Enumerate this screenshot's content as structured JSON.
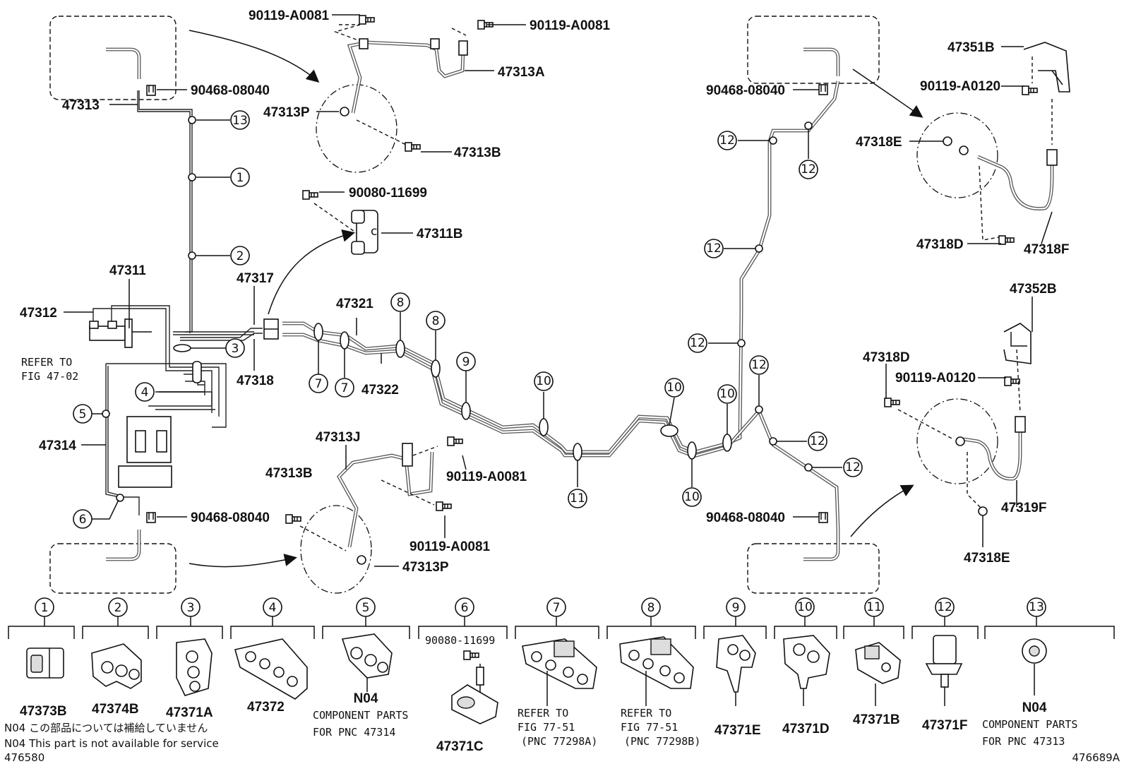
{
  "labels": {
    "p90119_a0081_a": "90119-A0081",
    "p90119_a0081_b": "90119-A0081",
    "p47313a": "47313A",
    "p90468_tl": "90468-08040",
    "p47313": "47313",
    "p47313p_top": "47313P",
    "p47313b_top": "47313B",
    "p90080_top": "90080-11699",
    "p47311b": "47311B",
    "p47311": "47311",
    "p47312": "47312",
    "p47317": "47317",
    "p47321": "47321",
    "p47318": "47318",
    "p47322": "47322",
    "p47314": "47314",
    "p47313j": "47313J",
    "p47313b_bot": "47313B",
    "p90119_a0081_c": "90119-A0081",
    "p90119_a0081_d": "90119-A0081",
    "p90468_bl": "90468-08040",
    "p47313p_bot": "47313P",
    "p90468_tr": "90468-08040",
    "p90468_br": "90468-08040",
    "p47351b": "47351B",
    "p90119_a0120_a": "90119-A0120",
    "p47318e_top": "47318E",
    "p47318d_top": "47318D",
    "p47318f": "47318F",
    "p47352b": "47352B",
    "p47318d_bot": "47318D",
    "p90119_a0120_b": "90119-A0120",
    "p47319f": "47319F",
    "p47318e_bot": "47318E"
  },
  "refer_note": [
    "REFER TO",
    "FIG 47-02"
  ],
  "callouts": {
    "c1": "1",
    "c2": "2",
    "c3": "3",
    "c4": "4",
    "c5": "5",
    "c6": "6",
    "c7": "7",
    "c8": "8",
    "c9": "9",
    "c10": "10",
    "c11": "11",
    "c12": "12",
    "c13": "13"
  },
  "legend": {
    "items": [
      {
        "num": "1",
        "part": "47373B"
      },
      {
        "num": "2",
        "part": "47374B"
      },
      {
        "num": "3",
        "part": "47371A"
      },
      {
        "num": "4",
        "part": "47372"
      },
      {
        "num": "5",
        "part": "N04",
        "note": [
          "COMPONENT PARTS",
          "FOR PNC 47314"
        ]
      },
      {
        "num": "6",
        "part": "47371C",
        "sub": "90080-11699"
      },
      {
        "num": "7",
        "part": "",
        "note": [
          "REFER TO",
          "FIG 77-51",
          "(PNC 77298A)"
        ]
      },
      {
        "num": "8",
        "part": "",
        "note": [
          "REFER TO",
          "FIG 77-51",
          "(PNC 77298B)"
        ]
      },
      {
        "num": "9",
        "part": "47371E"
      },
      {
        "num": "10",
        "part": "47371D"
      },
      {
        "num": "11",
        "part": "47371B"
      },
      {
        "num": "12",
        "part": "47371F"
      },
      {
        "num": "13",
        "part": "N04",
        "note": [
          "COMPONENT PARTS",
          "FOR PNC 47313"
        ]
      }
    ]
  },
  "footer": {
    "jp_note": "N04 この部品については補給していません",
    "en_note": "N04 This part is not available for service",
    "left_code": "476580",
    "right_code": "476689A"
  }
}
